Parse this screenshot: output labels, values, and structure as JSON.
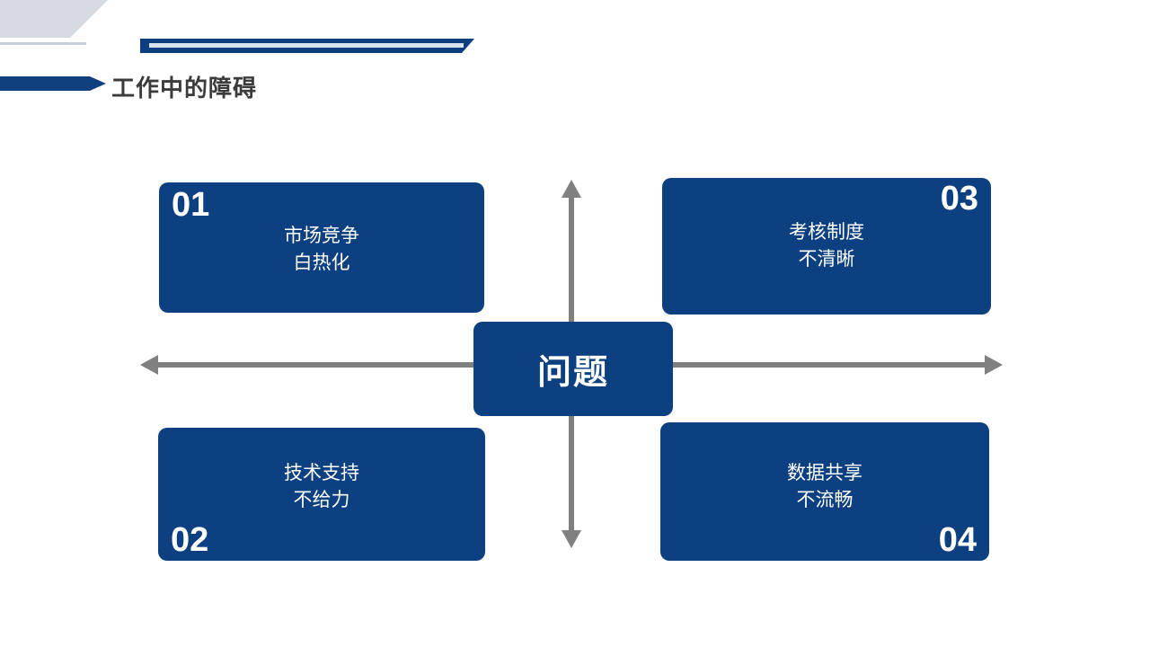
{
  "header": {
    "title": "工作中的障碍"
  },
  "diagram": {
    "center_label": "问题",
    "accent_color": "#0d4080",
    "axis_color": "#808080",
    "quadrants": [
      {
        "number": "01",
        "line1": "市场竞争",
        "line2": "白热化"
      },
      {
        "number": "02",
        "line1": "技术支持",
        "line2": "不给力"
      },
      {
        "number": "03",
        "line1": "考核制度",
        "line2": "不清晰"
      },
      {
        "number": "04",
        "line1": "数据共享",
        "line2": "不流畅"
      }
    ]
  }
}
